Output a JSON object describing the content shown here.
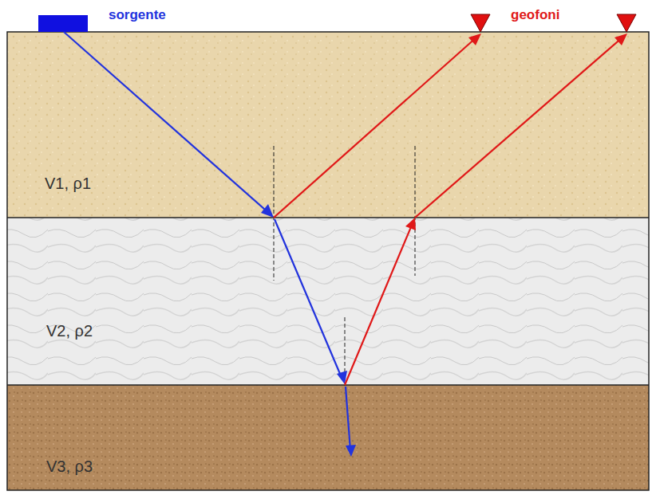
{
  "diagram": {
    "nodes": [
      {
        "text": [
          "V1, ρ1"
        ]
      },
      {
        "text": [
          "V2, ρ2"
        ]
      },
      {
        "text": [
          "V3, ρ3"
        ]
      }
    ],
    "labels": [
      "sorgente",
      "geofoni"
    ]
  }
}
